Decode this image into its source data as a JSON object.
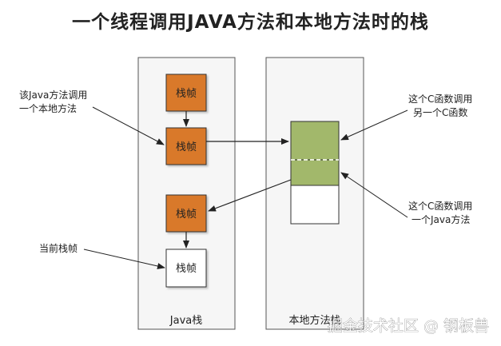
{
  "title": "一个线程调用JAVA方法和本地方法时的栈",
  "stacks": {
    "java_label": "Java栈",
    "native_label": "本地方法栈"
  },
  "frames": {
    "frame1": "栈帧",
    "frame2": "栈帧",
    "frame3": "栈帧",
    "frame4": "栈帧"
  },
  "annotations": {
    "java_calls_native_line1": "该Java方法调用",
    "java_calls_native_line2": "一个本地方法",
    "current_frame": "当前栈帧",
    "c_calls_c_line1": "这个C函数调用",
    "c_calls_c_line2": "另一个C函数",
    "c_calls_java_line1": "这个C函数调用",
    "c_calls_java_line2": "一个Java方法"
  },
  "watermark": "掘金技术社区 @ 钢板兽",
  "colors": {
    "java_frame": "#d9792a",
    "native_frame": "#a2b86b",
    "current_frame": "#ffffff",
    "panel_bg": "#f6f6f6"
  }
}
